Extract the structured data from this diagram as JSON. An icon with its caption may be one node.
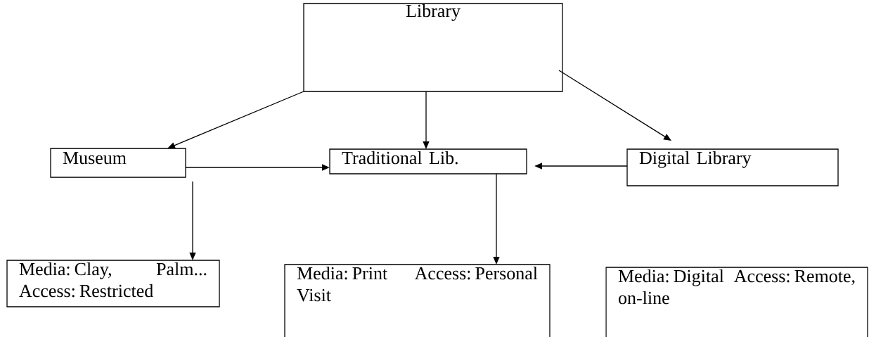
{
  "diagram": {
    "nodes": [
      {
        "text": [
          "Library"
        ]
      },
      {
        "text": [
          "Museum"
        ]
      },
      {
        "text": [
          "Traditional Lib."
        ]
      },
      {
        "text": [
          "Digital Library"
        ]
      },
      {
        "text": [
          "Media: Clay, Palm... Access: Restricted"
        ]
      },
      {
        "text": [
          "Media: Print Access: Personal Visit"
        ]
      },
      {
        "text": [
          "Media: Digital Access: Remote, on-line"
        ]
      }
    ],
    "edges": [
      {
        "from": 0,
        "to": 1,
        "arrow": "to"
      },
      {
        "from": 0,
        "to": 2,
        "arrow": "to"
      },
      {
        "from": 0,
        "to": 3,
        "arrow": "to"
      },
      {
        "from": 1,
        "to": 2,
        "arrow": "to"
      },
      {
        "from": 3,
        "to": 2,
        "arrow": "to"
      },
      {
        "from": 1,
        "to": 4,
        "arrow": "to"
      },
      {
        "from": 2,
        "to": 5,
        "arrow": "to"
      }
    ]
  }
}
